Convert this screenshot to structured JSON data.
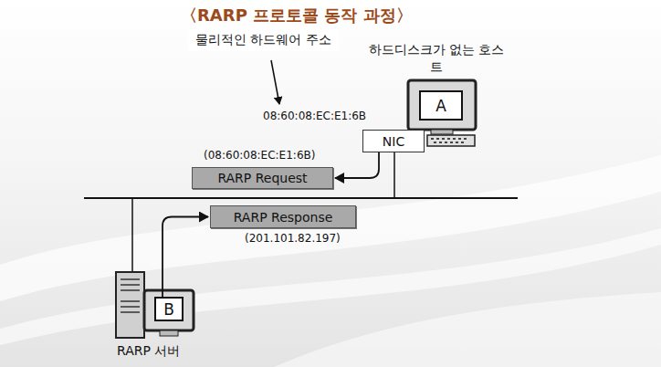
{
  "diagram": {
    "title": "〈RARP 프로토콜 동작 과정〉",
    "nodes": [
      {
        "text": [
          "A"
        ]
      },
      {
        "text": [
          "NIC"
        ]
      },
      {
        "text": [
          "RARP Request"
        ]
      },
      {
        "text": [
          "RARP Response"
        ]
      },
      {
        "text": [
          "B"
        ]
      }
    ],
    "edges": [
      {
        "from": 1,
        "to": 2,
        "arrow": "to"
      },
      {
        "from": 4,
        "to": 3,
        "arrow": "to"
      }
    ],
    "labels": [
      "물리적인 하드웨어 주소",
      "하드디스크가 없는 호스트",
      "08:60:08:EC:E1:6B",
      "(08:60:08:EC:E1:6B)",
      "(201.101.82.197)",
      "RARP 서버"
    ]
  }
}
